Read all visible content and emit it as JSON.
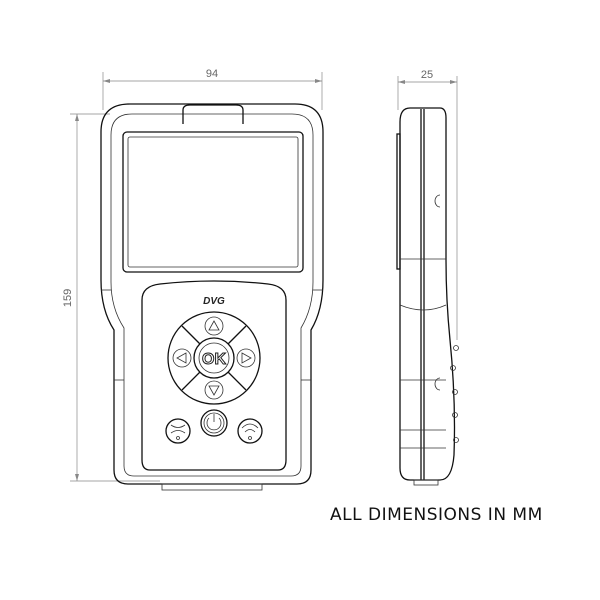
{
  "dimensions": {
    "width": "94",
    "depth": "25",
    "height": "159"
  },
  "note": "ALL DIMENSIONS IN MM",
  "device": {
    "logo": "DVG",
    "ok_label": "OK",
    "buttons": [
      "up-arrow",
      "down-arrow",
      "left-arrow",
      "right-arrow",
      "ok",
      "power",
      "scroll-left",
      "wifi"
    ]
  },
  "colors": {
    "line": "#111111",
    "dimension": "#888888"
  }
}
